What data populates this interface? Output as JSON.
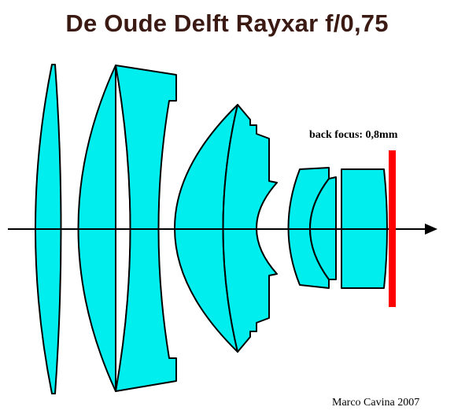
{
  "title": "De Oude Delft Rayxar f/0,75",
  "back_focus_label": "back focus: 0,8mm",
  "credit": "Marco Cavina 2007",
  "colors": {
    "glass": "#00eeee",
    "outline": "#000000",
    "focal_plane": "#ff0000",
    "title": "#3a1a12"
  }
}
